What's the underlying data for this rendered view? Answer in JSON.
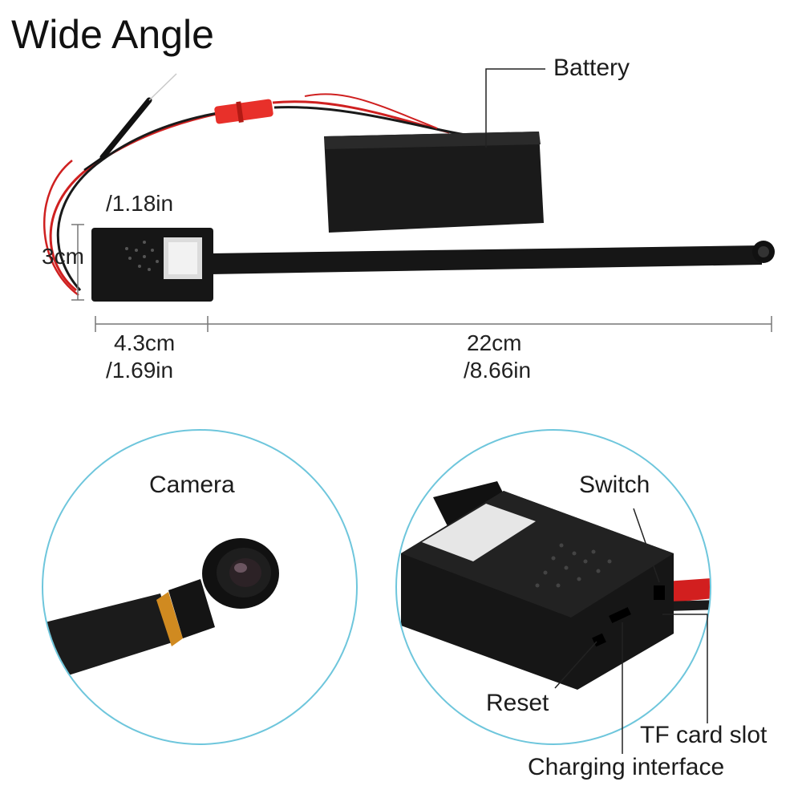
{
  "title": "Wide Angle",
  "dimensions": {
    "height_cm": "3cm",
    "height_in": "/1.18in",
    "width_cm": "4.3cm",
    "width_in": "/1.69in",
    "cable_cm": "22cm",
    "cable_in": "/8.66in"
  },
  "labels": {
    "battery": "Battery",
    "camera": "Camera",
    "switch": "Switch",
    "reset": "Reset",
    "tf_card_slot": "TF card slot",
    "charging_interface": "Charging interface"
  },
  "colors": {
    "circle_stroke": "#6ec6dc",
    "device_body": "#151515",
    "wire_red": "#d21f1f",
    "connector_red": "#e8302a"
  }
}
